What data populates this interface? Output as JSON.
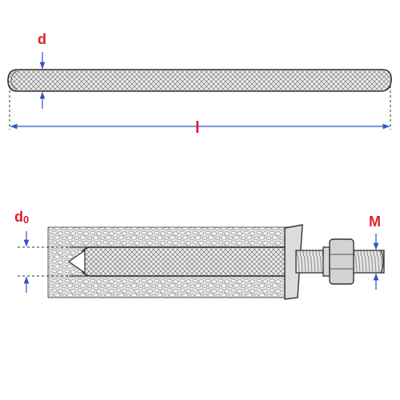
{
  "labels": {
    "rod_diameter": "d",
    "rod_length": "l",
    "hole_diameter": "d0",
    "thread_size": "M"
  },
  "colors": {
    "label": "#e0202a",
    "dimension_line": "#3050c8",
    "outline": "#333333",
    "mesh": "#777777",
    "background": "#ffffff"
  }
}
